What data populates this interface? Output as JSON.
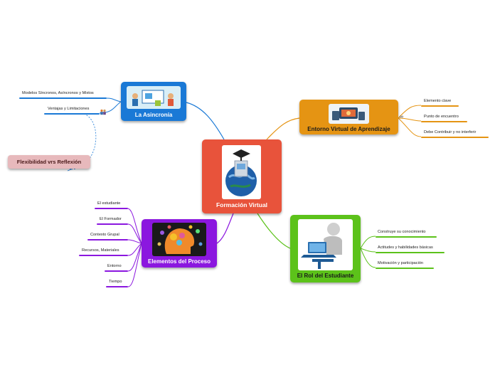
{
  "colors": {
    "central": "#e8533b",
    "asincronia": "#1a79d6",
    "entorno": "#e59413",
    "roles": "#5cc21a",
    "elementos": "#8b17df",
    "flex": "#e7b9bc"
  },
  "central": {
    "title": "Formación Virtual"
  },
  "asincronia": {
    "title": "La Asincronía",
    "items": [
      "Modelos Síncronos, Asíncronos y Mixtos",
      "Ventajas y Limitaciones"
    ]
  },
  "flexibilidad": {
    "title": "Flexibilidad vrs Reflexión"
  },
  "entorno": {
    "title": "Entorno Virtual de Aprendizaje",
    "items": [
      "Elemento clave",
      "Punto de encuentro",
      "Debe Contribuir y no interferir"
    ]
  },
  "elementos": {
    "title": "Elementos del Proceso",
    "items": [
      "El estudiante",
      "El Formador",
      "Contexto Grupal",
      "Recursos, Materiales",
      "Entorno",
      "Tiempo"
    ]
  },
  "rol": {
    "title": "El Rol del Estudiante",
    "items": [
      "Construye su conocimiento",
      "Actitudes y habilidades básicas",
      "Motivación y participación"
    ]
  }
}
